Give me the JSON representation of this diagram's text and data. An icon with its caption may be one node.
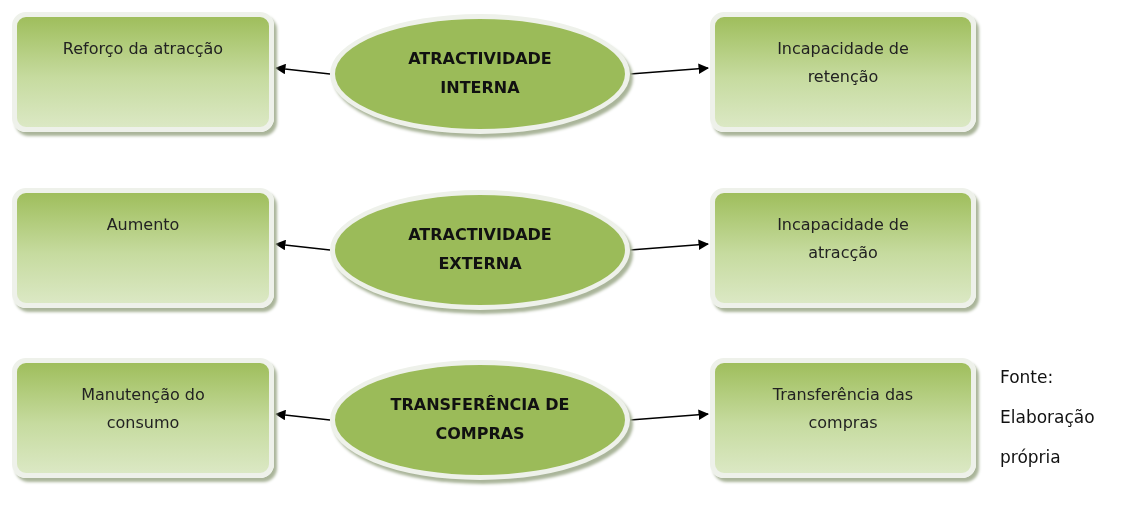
{
  "diagram": {
    "nodes": [
      {
        "text": [
          "Reforço da atracção"
        ]
      },
      {
        "text": [
          "ATRACTIVIDADE INTERNA"
        ]
      },
      {
        "text": [
          "Incapacidade de retenção"
        ]
      },
      {
        "text": [
          "Aumento"
        ]
      },
      {
        "text": [
          "ATRACTIVIDADE EXTERNA"
        ]
      },
      {
        "text": [
          "Incapacidade de atracção"
        ]
      },
      {
        "text": [
          "Manutenção do consumo"
        ]
      },
      {
        "text": [
          "TRANSFERÊNCIA DE COMPRAS"
        ]
      },
      {
        "text": [
          "Transferência das compras"
        ]
      }
    ],
    "edges": [
      {
        "from": 1,
        "to": 0,
        "arrow": "to"
      },
      {
        "from": 1,
        "to": 2,
        "arrow": "to"
      },
      {
        "from": 4,
        "to": 3,
        "arrow": "to"
      },
      {
        "from": 4,
        "to": 5,
        "arrow": "to"
      },
      {
        "from": 7,
        "to": 6,
        "arrow": "to"
      },
      {
        "from": 7,
        "to": 8,
        "arrow": "to"
      }
    ],
    "labels": [
      "Fonte: Elaboração própria"
    ]
  }
}
